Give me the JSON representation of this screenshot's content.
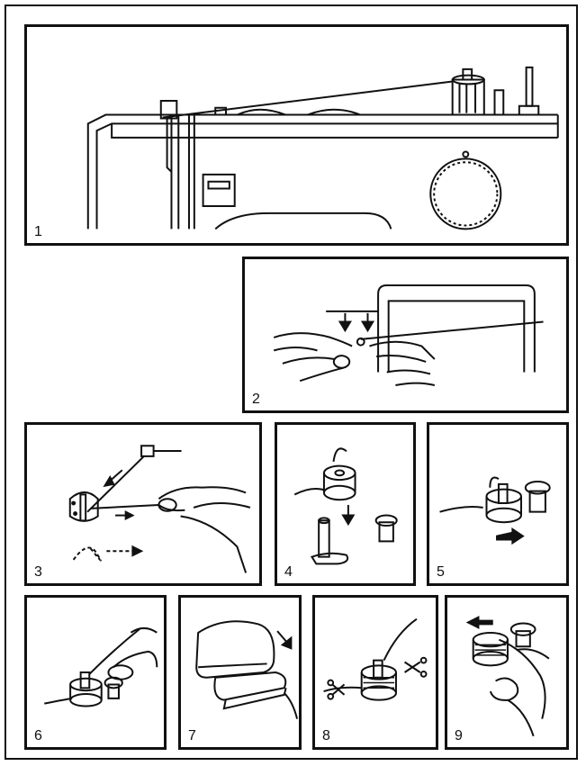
{
  "steps": [
    {
      "number": "1",
      "illustration": "machine-thread-path"
    },
    {
      "number": "2",
      "illustration": "thread-guide-hands"
    },
    {
      "number": "3",
      "illustration": "bobbin-tension-disc"
    },
    {
      "number": "4",
      "illustration": "bobbin-onto-spindle"
    },
    {
      "number": "5",
      "illustration": "push-spindle-right"
    },
    {
      "number": "6",
      "illustration": "hold-thread-end"
    },
    {
      "number": "7",
      "illustration": "press-foot-control"
    },
    {
      "number": "8",
      "illustration": "cut-thread"
    },
    {
      "number": "9",
      "illustration": "remove-bobbin"
    }
  ],
  "colors": {
    "line": "#111111",
    "background": "#ffffff"
  }
}
